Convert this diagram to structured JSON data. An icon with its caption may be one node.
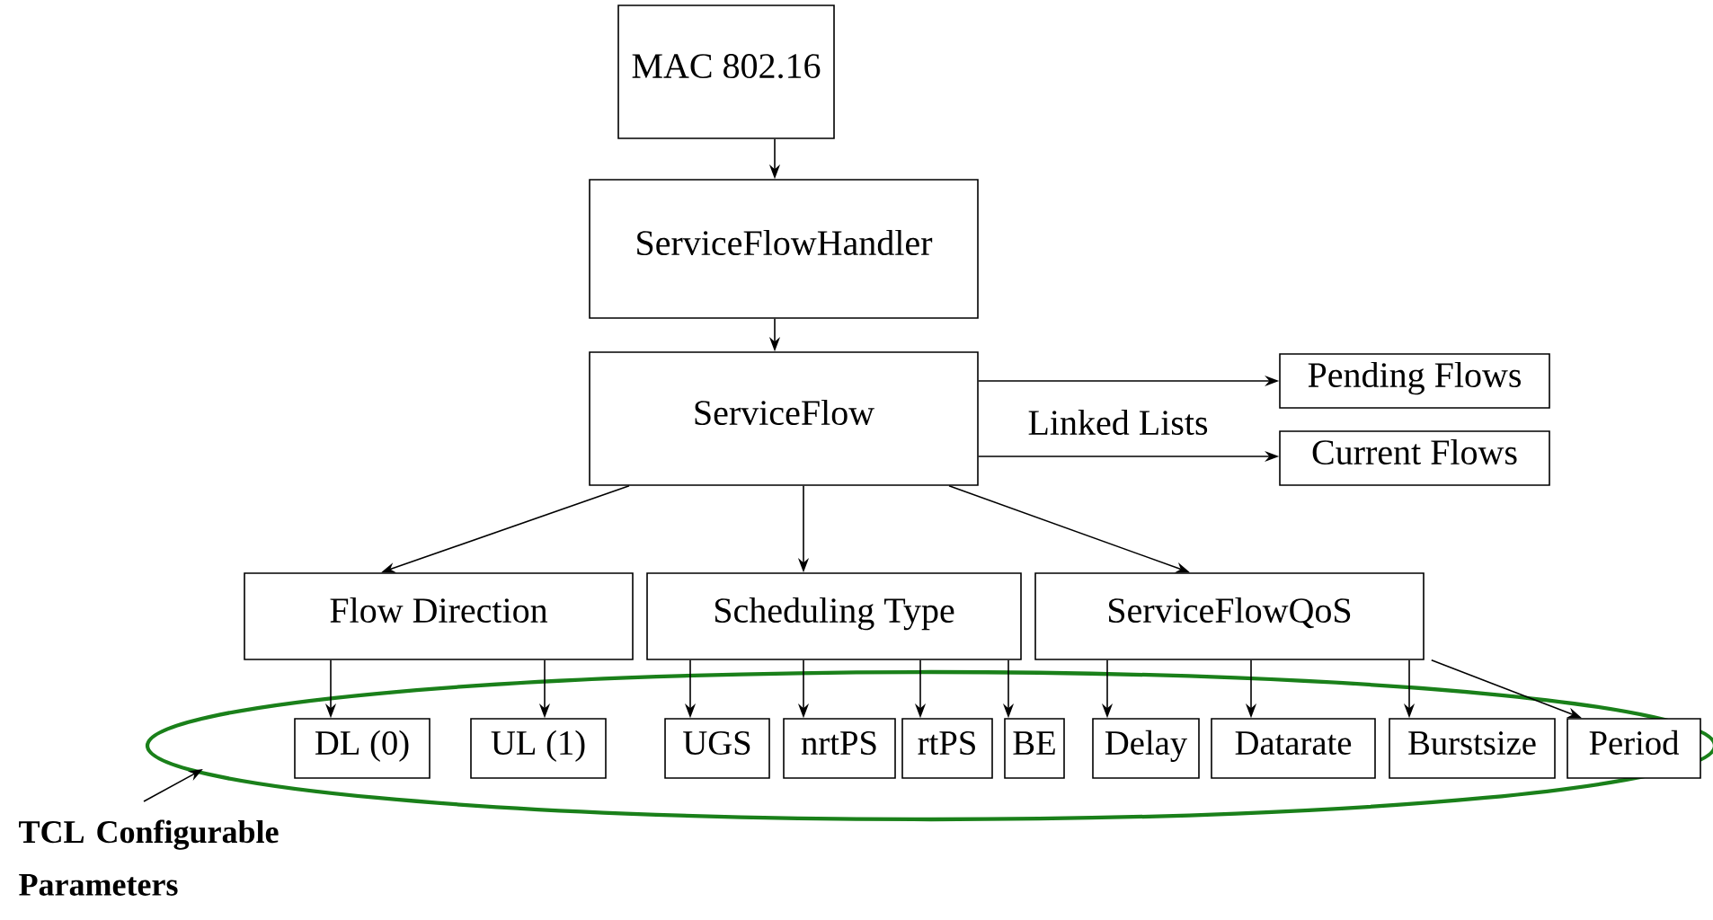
{
  "diagram": {
    "nodes": [
      {
        "text": [
          "MAC 802.16"
        ]
      },
      {
        "text": [
          "ServiceFlowHandler"
        ]
      },
      {
        "text": [
          "ServiceFlow"
        ]
      },
      {
        "text": [
          "Pending Flows"
        ]
      },
      {
        "text": [
          "Current Flows"
        ]
      },
      {
        "text": [
          "Flow Direction"
        ]
      },
      {
        "text": [
          "Scheduling Type"
        ]
      },
      {
        "text": [
          "ServiceFlowQoS"
        ]
      },
      {
        "text": [],
        "shape": "ellipse"
      },
      {
        "text": [
          "DL (0)"
        ],
        "in": 8
      },
      {
        "text": [
          "UL (1)"
        ],
        "in": 8
      },
      {
        "text": [
          "UGS"
        ],
        "in": 8
      },
      {
        "text": [
          "nrtPS"
        ],
        "in": 8
      },
      {
        "text": [
          "rtPS"
        ],
        "in": 8
      },
      {
        "text": [
          "BE"
        ],
        "in": 8
      },
      {
        "text": [
          "Delay"
        ],
        "in": 8
      },
      {
        "text": [
          "Datarate"
        ],
        "in": 8
      },
      {
        "text": [
          "Burstsize"
        ],
        "in": 8
      },
      {
        "text": [
          "Period"
        ],
        "in": 8
      },
      {
        "text": [
          "TCL Configurable Parameters"
        ]
      }
    ],
    "edges": [
      {
        "from": 0,
        "to": 1,
        "arrow": "to"
      },
      {
        "from": 1,
        "to": 2,
        "arrow": "to"
      },
      {
        "from": 2,
        "to": 3,
        "arrow": "to"
      },
      {
        "from": 2,
        "to": 4,
        "arrow": "to"
      },
      {
        "from": 2,
        "to": 5,
        "arrow": "to"
      },
      {
        "from": 2,
        "to": 6,
        "arrow": "to"
      },
      {
        "from": 2,
        "to": 7,
        "arrow": "to"
      },
      {
        "from": 5,
        "to": 9,
        "arrow": "to"
      },
      {
        "from": 5,
        "to": 10,
        "arrow": "to"
      },
      {
        "from": 6,
        "to": 11,
        "arrow": "to"
      },
      {
        "from": 6,
        "to": 12,
        "arrow": "to"
      },
      {
        "from": 6,
        "to": 13,
        "arrow": "to"
      },
      {
        "from": 6,
        "to": 14,
        "arrow": "to"
      },
      {
        "from": 7,
        "to": 15,
        "arrow": "to"
      },
      {
        "from": 7,
        "to": 16,
        "arrow": "to"
      },
      {
        "from": 7,
        "to": 17,
        "arrow": "to"
      },
      {
        "from": 7,
        "to": 18,
        "arrow": "to"
      },
      {
        "from": 19,
        "to": 8,
        "arrow": "to"
      }
    ],
    "labels": [
      "Linked Lists"
    ]
  }
}
